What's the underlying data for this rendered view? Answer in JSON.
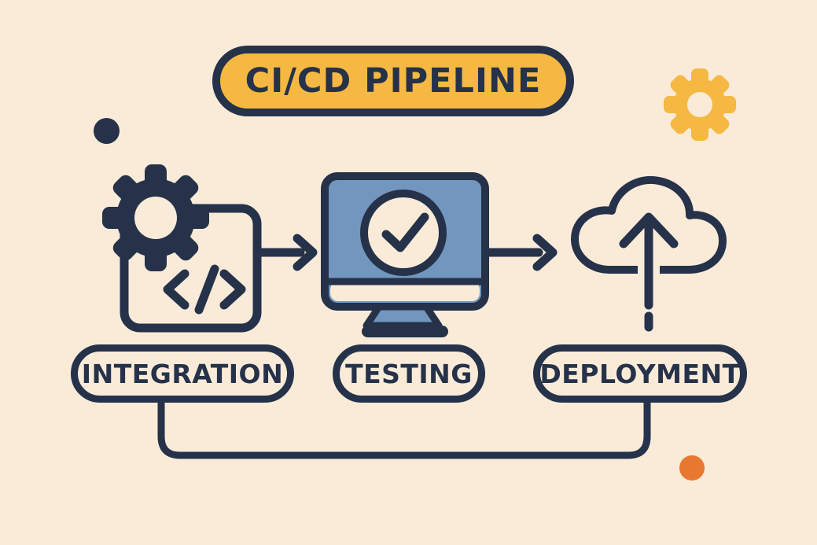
{
  "title": {
    "label": "CI/CD PIPELINE"
  },
  "stages": [
    {
      "label": "INTEGRATION",
      "icon": "gear-code-icon"
    },
    {
      "label": "TESTING",
      "icon": "monitor-checkmark-icon"
    },
    {
      "label": "DEPLOYMENT",
      "icon": "cloud-upload-icon"
    }
  ],
  "flow": {
    "arrows": [
      "integration-to-testing",
      "testing-to-deployment"
    ],
    "connector": "integration-pill-to-deployment-pill",
    "upload_arrow": "deployment-pill-to-cloud-dashed"
  },
  "decorations": {
    "navy_dot_color": "#253249",
    "orange_dot_color": "#E8772F",
    "accent_gear_color": "#F5B843"
  },
  "colors": {
    "background": "#FAEBD9",
    "outline_navy": "#253249",
    "pill_yellow": "#F5B843",
    "screen_blue": "#7296BE"
  }
}
